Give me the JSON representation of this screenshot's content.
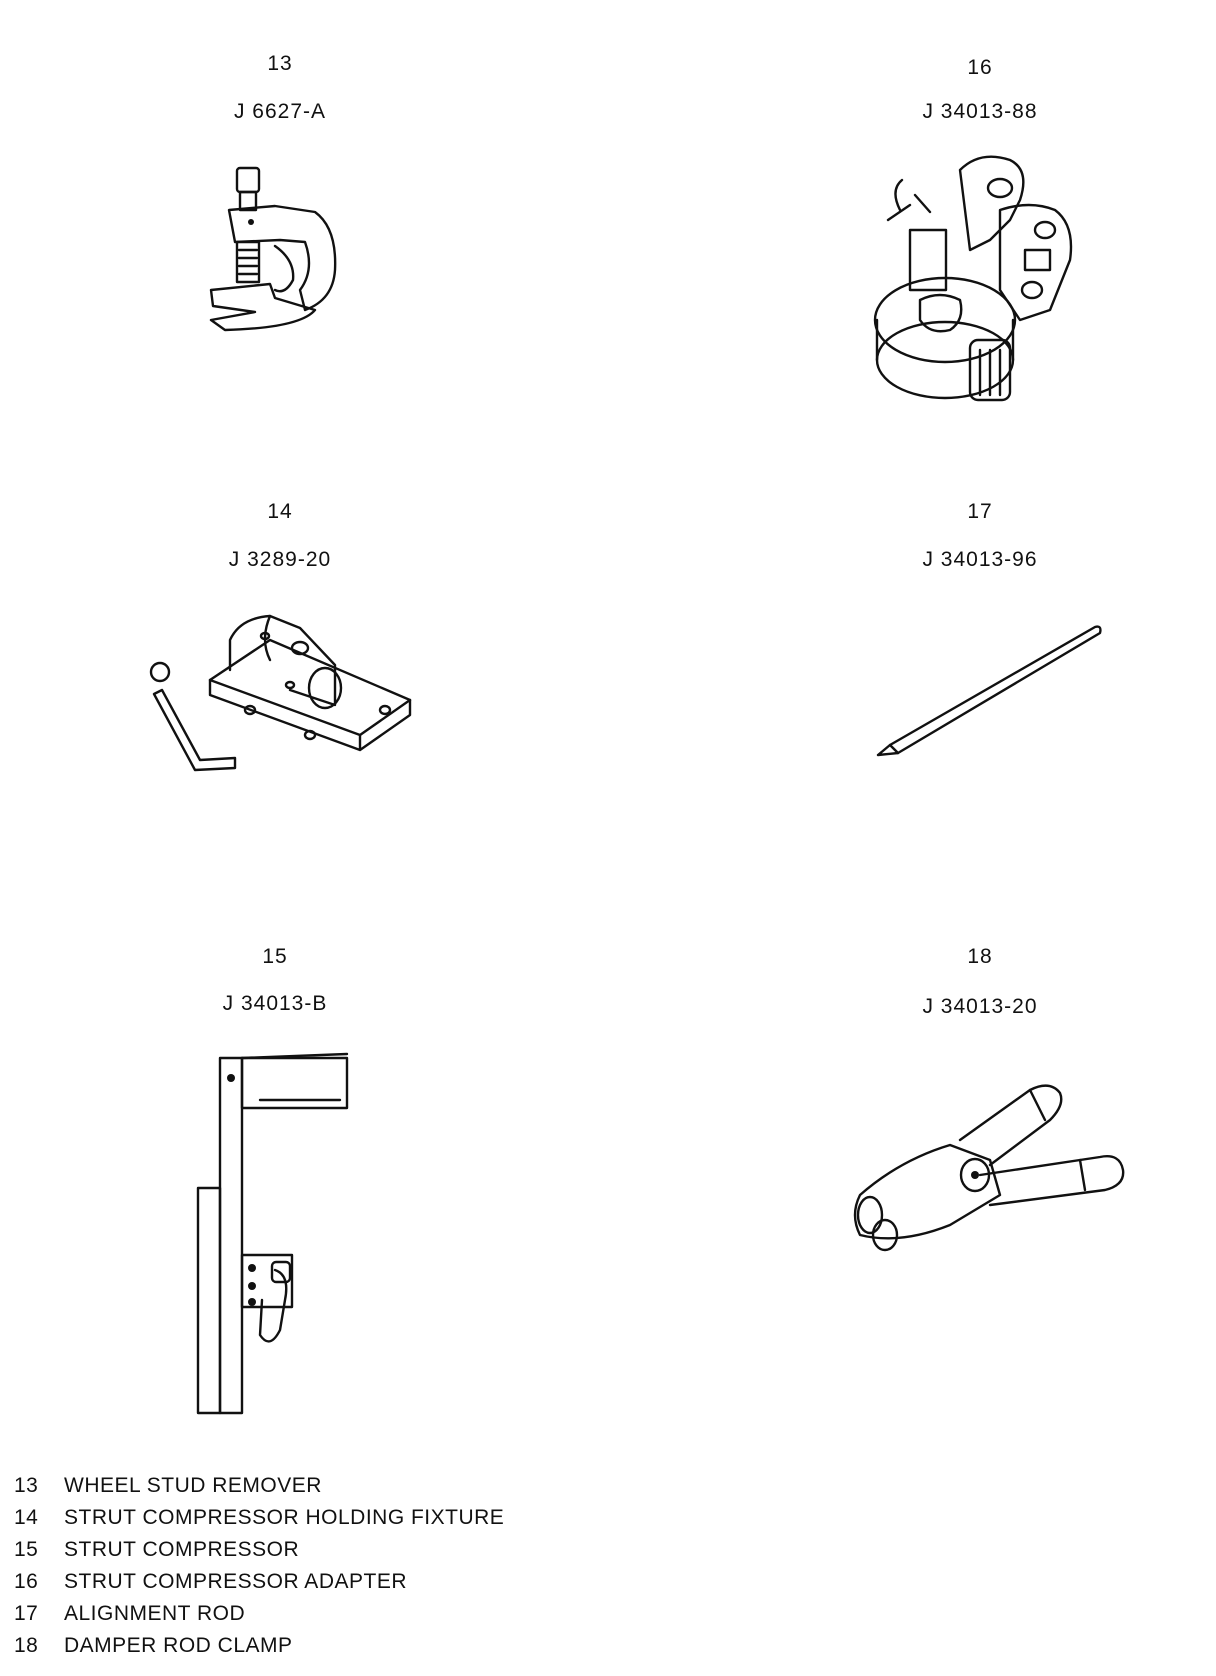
{
  "tools": [
    {
      "id": "13",
      "part": "J 6627-A",
      "name": "WHEEL STUD REMOVER",
      "icon": "wheel-stud-remover-drawing"
    },
    {
      "id": "14",
      "part": "J 3289-20",
      "name": "STRUT COMPRESSOR HOLDING FIXTURE",
      "icon": "holding-fixture-drawing"
    },
    {
      "id": "15",
      "part": "J 34013-B",
      "name": "STRUT COMPRESSOR",
      "icon": "strut-compressor-drawing"
    },
    {
      "id": "16",
      "part": "J 34013-88",
      "name": "STRUT COMPRESSOR ADAPTER",
      "icon": "compressor-adapter-drawing"
    },
    {
      "id": "17",
      "part": "J 34013-96",
      "name": "ALIGNMENT ROD",
      "icon": "alignment-rod-drawing"
    },
    {
      "id": "18",
      "part": "J 34013-20",
      "name": "DAMPER ROD CLAMP",
      "icon": "damper-rod-clamp-drawing"
    }
  ],
  "legend": [
    {
      "num": "13",
      "text": "WHEEL STUD REMOVER"
    },
    {
      "num": "14",
      "text": "STRUT COMPRESSOR HOLDING FIXTURE"
    },
    {
      "num": "15",
      "text": "STRUT COMPRESSOR"
    },
    {
      "num": "16",
      "text": "STRUT COMPRESSOR ADAPTER"
    },
    {
      "num": "17",
      "text": "ALIGNMENT ROD"
    },
    {
      "num": "18",
      "text": "DAMPER ROD CLAMP"
    }
  ]
}
